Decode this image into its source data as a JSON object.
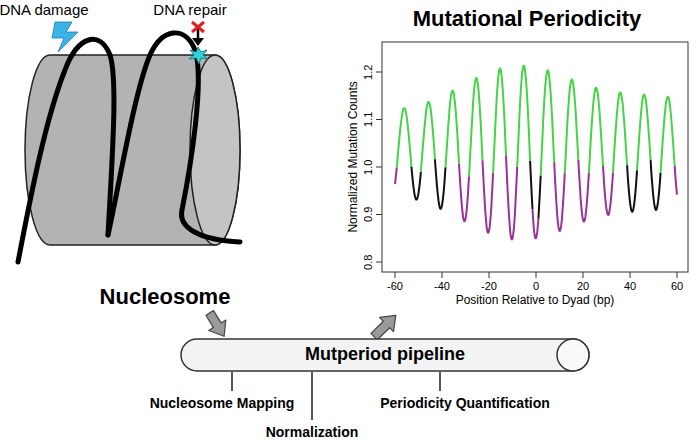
{
  "diagram": {
    "nodes": [
      {
        "text": [
          "Nucleosome"
        ]
      },
      {
        "text": [
          "Mutperiod pipeline"
        ]
      },
      {
        "text": [
          "Mutational Periodicity"
        ]
      }
    ],
    "edges": [
      {
        "from": 0,
        "to": 1,
        "arrow": "to"
      },
      {
        "from": 1,
        "to": 2,
        "arrow": "to"
      }
    ],
    "labels": [
      "DNA damage",
      "DNA repair",
      "Nucleosome Mapping",
      "Normalization",
      "Periodicity Quantification",
      "Normalized Mutation Counts",
      "Position Relative to Dyad (bp)",
      "-60",
      "-40",
      "-20",
      "0",
      "20",
      "40",
      "60",
      "0.8",
      "0.9",
      "1.0",
      "1.1",
      "1.2"
    ]
  }
}
